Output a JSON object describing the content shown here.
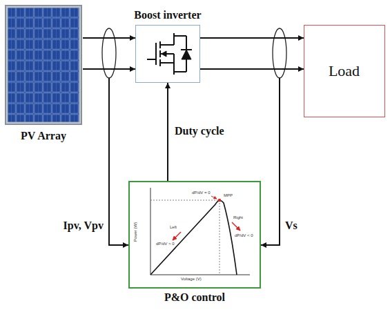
{
  "diagram": {
    "nodes": [
      {
        "text": [
          "PV Array"
        ]
      },
      {
        "text": [
          "Boost inverter"
        ]
      },
      {
        "text": [
          "Load"
        ]
      },
      {
        "text": [
          "P&O control"
        ]
      }
    ],
    "edges": [
      {
        "from": 0,
        "to": 1,
        "arrow": "to"
      },
      {
        "from": 0,
        "to": 1,
        "arrow": "to"
      },
      {
        "from": 1,
        "to": 2,
        "arrow": "to"
      },
      {
        "from": 1,
        "to": 2,
        "arrow": "to"
      },
      {
        "from": 3,
        "to": 1,
        "label": "Duty cycle",
        "arrow": "to"
      },
      {
        "from": 0,
        "to": 3,
        "label": "Ipv, Vpv",
        "arrow": "to"
      },
      {
        "from": 2,
        "to": 3,
        "label": "Vs",
        "arrow": "to"
      }
    ],
    "labels": [
      "Power (W)",
      "Voltage (V)",
      "dP/dV = 0",
      "dP/dV > 0",
      "dP/dV < 0",
      "Left",
      "Right",
      "MPP"
    ]
  }
}
